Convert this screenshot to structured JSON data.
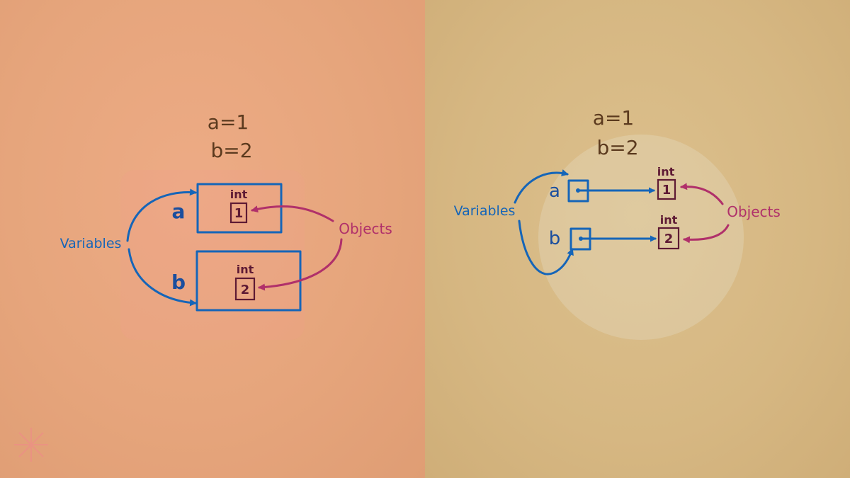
{
  "left": {
    "code_lines": [
      "a=1",
      "b=2"
    ],
    "variables_label": "Variables",
    "objects_label": "Objects",
    "var_a": "a",
    "var_b": "b",
    "type_a": "int",
    "type_b": "int",
    "value_a": "1",
    "value_b": "2"
  },
  "right": {
    "code_lines": [
      "a=1",
      "b=2"
    ],
    "variables_label": "Variables",
    "objects_label": "Objects",
    "var_a": "a",
    "var_b": "b",
    "type_a": "int",
    "type_b": "int",
    "value_a": "1",
    "value_b": "2"
  },
  "colors": {
    "variables": "#1565b8",
    "objects": "#b0306a",
    "code": "#5b3a1e",
    "left_background": "#e6a57c",
    "right_background": "#d6b782"
  }
}
